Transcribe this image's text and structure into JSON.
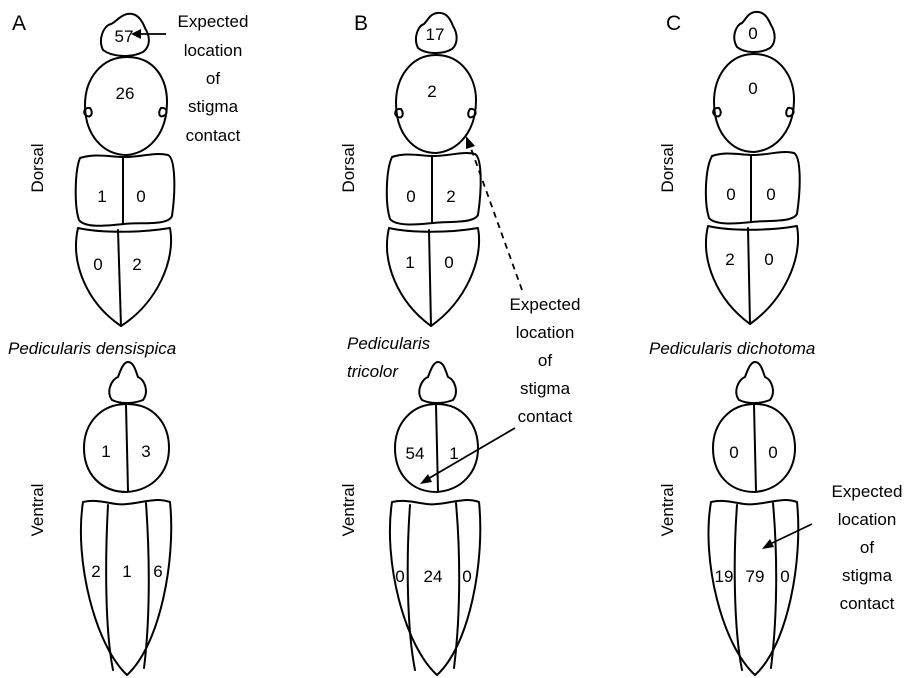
{
  "panels": [
    {
      "letter": "A",
      "species": "Pedicularis densispica",
      "dorsal_label": "Dorsal",
      "ventral_label": "Ventral",
      "dorsal": {
        "head": "57",
        "thorax": "26",
        "abd1_left": "1",
        "abd1_right": "0",
        "abd2_left": "0",
        "abd2_right": "2"
      },
      "ventral": {
        "thorax_left": "1",
        "thorax_right": "3",
        "abd_left": "2",
        "abd_mid": "1",
        "abd_right": "6"
      },
      "annotation": {
        "lines": [
          "Expected",
          "location",
          "of",
          "stigma",
          "contact"
        ]
      }
    },
    {
      "letter": "B",
      "species_lines": [
        "Pedicularis",
        "tricolor"
      ],
      "dorsal_label": "Dorsal",
      "ventral_label": "Ventral",
      "dorsal": {
        "head": "17",
        "thorax": "2",
        "abd1_left": "0",
        "abd1_right": "2",
        "abd2_left": "1",
        "abd2_right": "0"
      },
      "ventral": {
        "thorax_left": "54",
        "thorax_right": "1",
        "abd_left": "0",
        "abd_mid": "24",
        "abd_right": "0"
      },
      "annotation": {
        "lines": [
          "Expected",
          "location",
          "of",
          "stigma",
          "contact"
        ]
      }
    },
    {
      "letter": "C",
      "species": "Pedicularis dichotoma",
      "dorsal_label": "Dorsal",
      "ventral_label": "Ventral",
      "dorsal": {
        "head": "0",
        "thorax": "0",
        "abd1_left": "0",
        "abd1_right": "0",
        "abd2_left": "2",
        "abd2_right": "0"
      },
      "ventral": {
        "thorax_left": "0",
        "thorax_right": "0",
        "abd_left": "19",
        "abd_mid": "79",
        "abd_right": "0"
      },
      "annotation": {
        "lines": [
          "Expected",
          "location",
          "of",
          "stigma",
          "contact"
        ]
      }
    }
  ]
}
